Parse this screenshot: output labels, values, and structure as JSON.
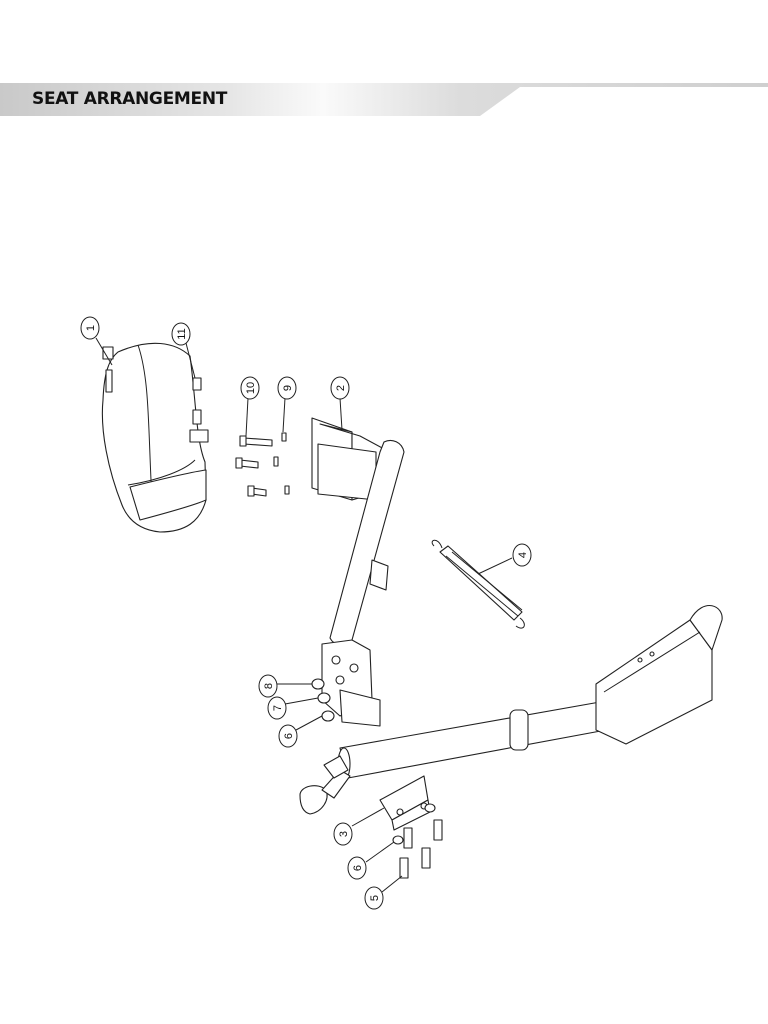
{
  "header": {
    "title": "SEAT ARRANGEMENT"
  },
  "callouts": [
    "1",
    "11",
    "10",
    "9",
    "2",
    "4",
    "8",
    "7",
    "6",
    "3",
    "6",
    "5"
  ]
}
